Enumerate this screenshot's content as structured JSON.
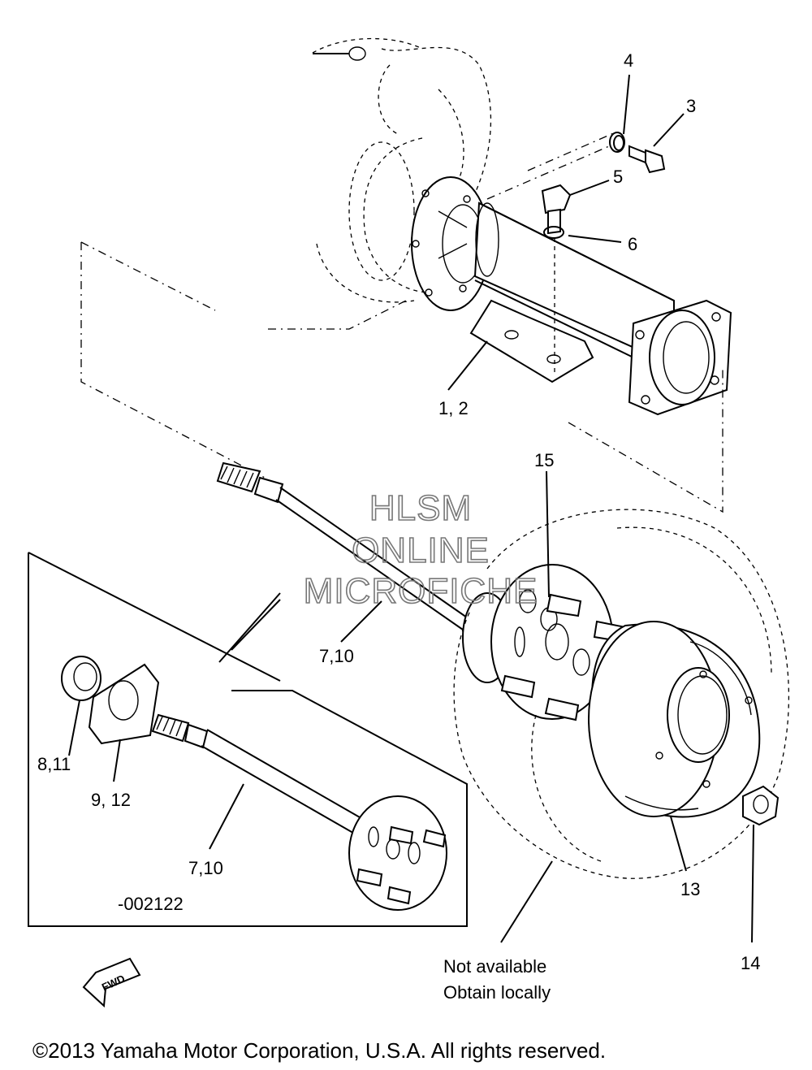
{
  "callouts": {
    "c4": "4",
    "c3": "3",
    "c5": "5",
    "c6": "6",
    "c1_2": "1, 2",
    "c15": "15",
    "c7_10_top": "7,10",
    "c8_11": "8,11",
    "c9_12": "9, 12",
    "c7_10_inset": "7,10",
    "c13": "13",
    "c14": "14"
  },
  "inset_serial": "-002122",
  "notes": {
    "line1": "Not available",
    "line2": "Obtain locally"
  },
  "fwd_label": "FWD",
  "watermark": {
    "line1": "HLSM",
    "line2": "ONLINE",
    "line3": "MICROFICHE"
  },
  "copyright": "©2013 Yamaha Motor Corporation, U.S.A. All rights reserved."
}
